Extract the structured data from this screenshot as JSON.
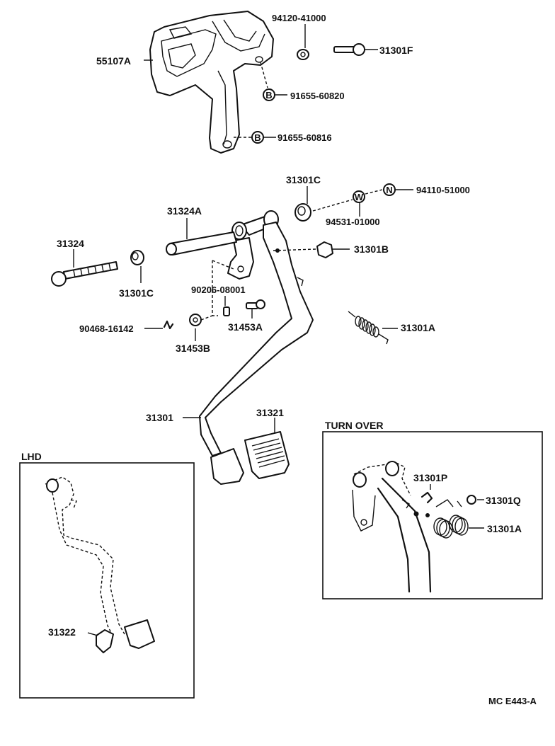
{
  "labels": {
    "p55107A": "55107A",
    "p94120": "94120-41000",
    "p31301F": "31301F",
    "p91655_60820": "91655-60820",
    "p91655_60816": "91655-60816",
    "p31301C_top": "31301C",
    "p94110": "94110-51000",
    "p94531": "94531-01000",
    "p31324A": "31324A",
    "p31324": "31324",
    "p31301B": "31301B",
    "p31301C_left": "31301C",
    "p90206": "90206-08001",
    "p90468": "90468-16142",
    "p31453A": "31453A",
    "p31453B": "31453B",
    "p31301A": "31301A",
    "p31301": "31301",
    "p31321": "31321",
    "turnover_title": "TURN OVER",
    "p31301P": "31301P",
    "p31301Q": "31301Q",
    "p31301A_inset": "31301A",
    "lhd_title": "LHD",
    "p31322": "31322",
    "figure_code": "MC E443-A"
  },
  "markers": {
    "b1": "B",
    "b2": "B",
    "w": "W",
    "n": "N"
  }
}
